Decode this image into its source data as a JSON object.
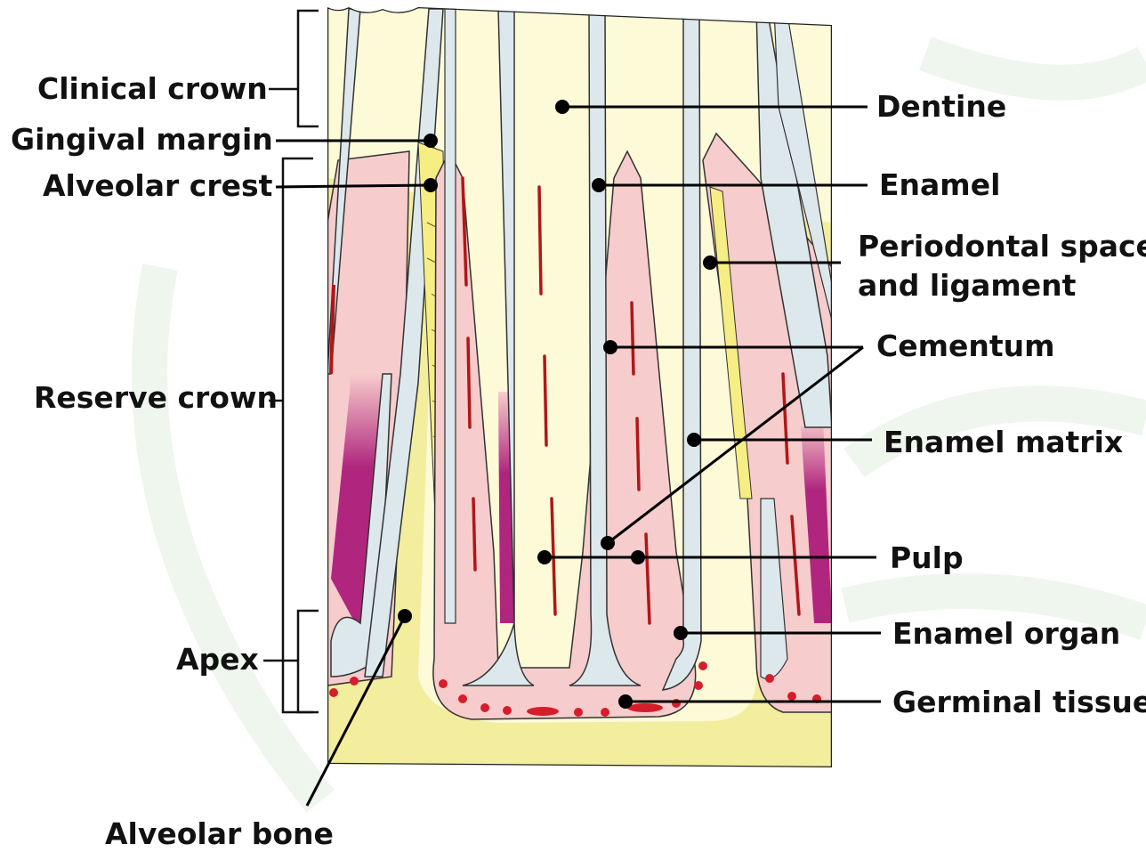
{
  "labels": {
    "clinical_crown": "Clinical crown",
    "gingival_margin": "Gingival margin",
    "alveolar_crest": "Alveolar crest",
    "reserve_crown": "Reserve crown",
    "apex": "Apex",
    "alveolar_bone": "Alveolar bone",
    "dentine": "Dentine",
    "enamel": "Enamel",
    "periodontal_line1": "Periodontal space",
    "periodontal_line2": "and  ligament",
    "cementum": "Cementum",
    "enamel_matrix": "Enamel matrix",
    "pulp": "Pulp",
    "enamel_organ": "Enamel organ",
    "germinal_tissue": "Germinal tissue"
  },
  "colors": {
    "dentine": "#fdfad8",
    "bone": "#f3ed9e",
    "cementum": "#f6ee84",
    "enamel": "#dde8ec",
    "pulp": "#f7cccc",
    "enamel_matrix": "#b0267e",
    "germinal_spots": "#d51e2a",
    "outline": "#333333",
    "leader": "#000000"
  }
}
